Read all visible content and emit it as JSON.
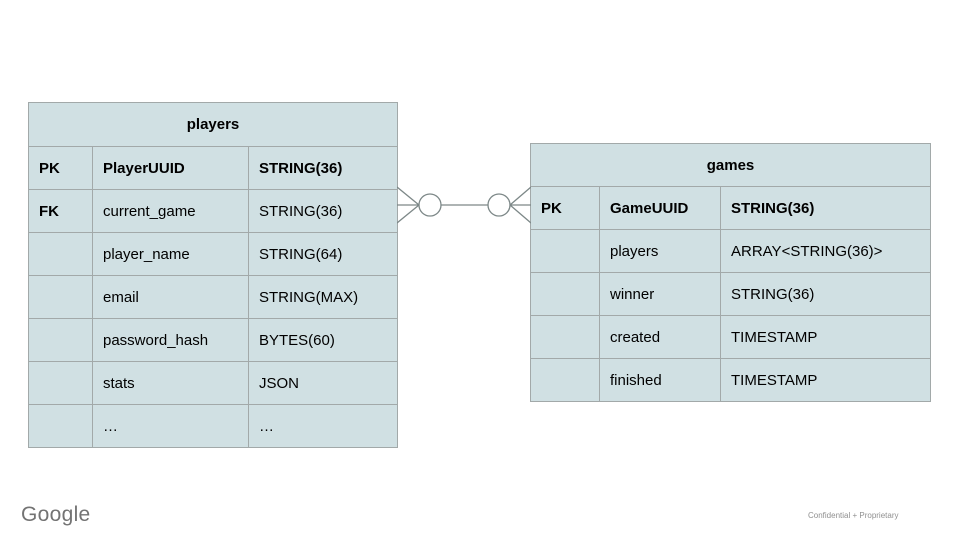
{
  "slide": {
    "footer": {
      "brand": "Google",
      "confidential": "Confidential + Proprietary"
    }
  },
  "colors": {
    "cell_fill": "#d0e0e3",
    "border_color": "#a2a9a9",
    "connector_color": "#7d8888",
    "text_color": "#000000",
    "brand_color": "#737373",
    "confidential_color": "#909090"
  },
  "tables": [
    {
      "id": "players",
      "title": "players",
      "rows": [
        {
          "key": "PK",
          "name": "PlayerUUID",
          "type": "STRING(36)"
        },
        {
          "key": "FK",
          "name": "current_game",
          "type": "STRING(36)"
        },
        {
          "key": "",
          "name": "player_name",
          "type": "STRING(64)"
        },
        {
          "key": "",
          "name": "email",
          "type": "STRING(MAX)"
        },
        {
          "key": "",
          "name": "password_hash",
          "type": "BYTES(60)"
        },
        {
          "key": "",
          "name": "stats",
          "type": "JSON"
        },
        {
          "key": "",
          "name": "…",
          "type": "…"
        }
      ]
    },
    {
      "id": "games",
      "title": "games",
      "rows": [
        {
          "key": "PK",
          "name": "GameUUID",
          "type": "STRING(36)"
        },
        {
          "key": "",
          "name": "players",
          "type": "ARRAY<STRING(36)>"
        },
        {
          "key": "",
          "name": "winner",
          "type": "STRING(36)"
        },
        {
          "key": "",
          "name": "created",
          "type": "TIMESTAMP"
        },
        {
          "key": "",
          "name": "finished",
          "type": "TIMESTAMP"
        }
      ]
    }
  ],
  "relationship": {
    "from_table": "players",
    "to_table": "games",
    "type": "many-to-many",
    "left_cardinality": "zero-or-many",
    "right_cardinality": "zero-or-many"
  }
}
